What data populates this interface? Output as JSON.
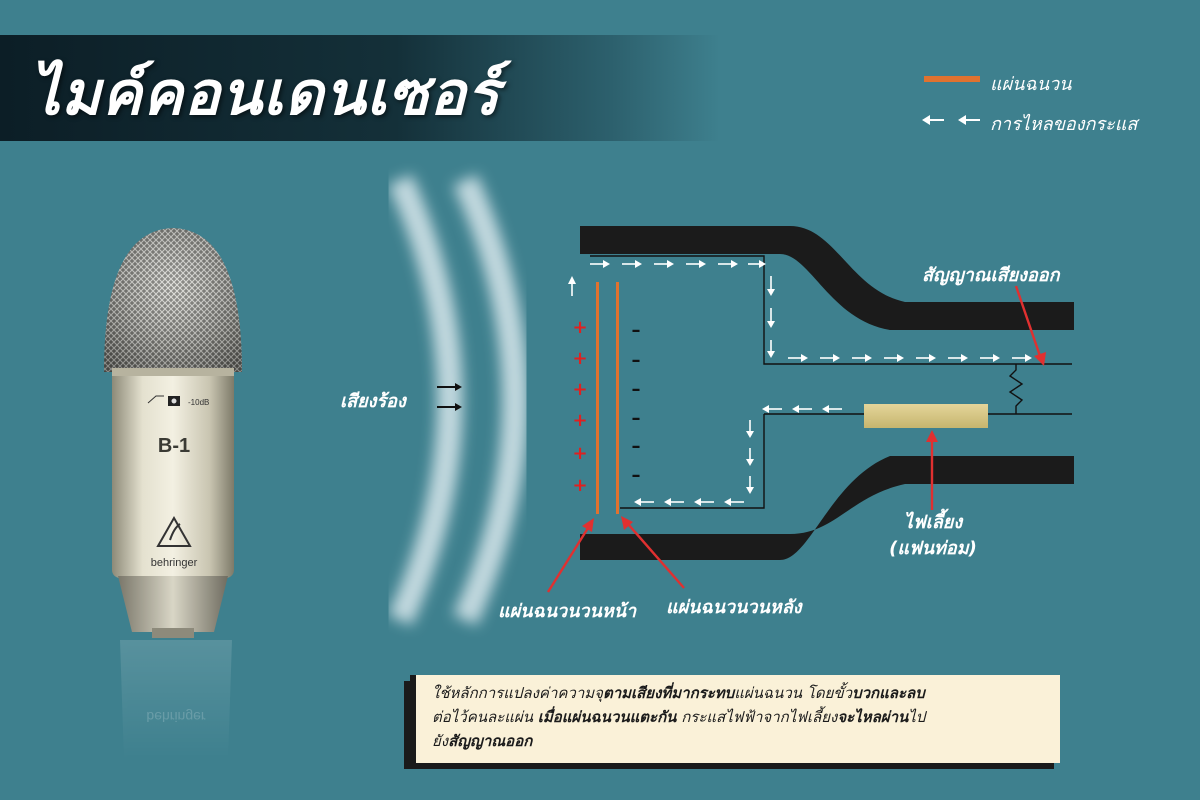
{
  "header": {
    "title": "ไมค์คอนเดนเซอร์"
  },
  "legend": {
    "diaphragm_label": "แผ่นฉนวน",
    "current_label": "การไหลของกระแส",
    "diaphragm_color": "#e0722f"
  },
  "microphone": {
    "model": "B-1",
    "pad": "-10dB",
    "brand": "behringer"
  },
  "labels": {
    "sound": "เสียงร้อง",
    "signal_out": "สัญญาณเสียงออก",
    "bias_line1": "ไฟเลี้ยง",
    "bias_line2": "(แฟนท่อม)",
    "front_plate": "แผ่นฉนวนวนหน้า",
    "back_plate": "แผ่นฉนวนวนหลัง"
  },
  "charges": {
    "positive": "+",
    "negative": "–"
  },
  "info": {
    "l1a": "ใช้หลักการแปลงค่าความจุ",
    "l1b": "ตามเสียงที่มากระทบ",
    "l1c": "แผ่นฉนวน โดยขั้ว",
    "l1d": "บวกและลบ",
    "l2a": "ต่อไว้คนละแผ่น ",
    "l2b": "เมื่อแผ่นฉนวนแตะกัน",
    "l2c": " กระแสไฟฟ้าจากไฟเลี้ยง",
    "l2d": "จะไหลผ่าน",
    "l2e": "ไป",
    "l3a": "ยัง",
    "l3b": "สัญญาณออก"
  }
}
